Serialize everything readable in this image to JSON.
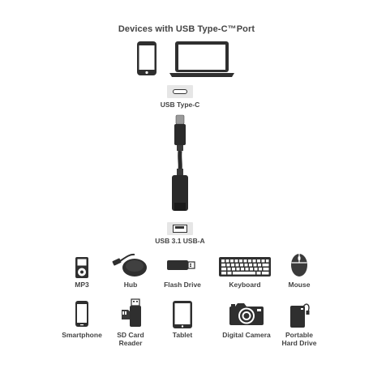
{
  "title": "Devices with USB Type-C™Port",
  "top_devices": [
    {
      "icon": "phone-icon"
    },
    {
      "icon": "laptop-icon"
    }
  ],
  "usb_c": {
    "label": "USB Type-C",
    "icon": "usb-c-port-icon"
  },
  "adapter": {
    "icon": "usb-c-to-usb-a-adapter-icon"
  },
  "usb_a": {
    "label": "USB 3.1 USB-A",
    "icon": "usb-a-port-icon"
  },
  "devices_row1": [
    {
      "label": "MP3",
      "icon": "mp3-player-icon"
    },
    {
      "label": "Hub",
      "icon": "usb-hub-icon"
    },
    {
      "label": "Flash Drive",
      "icon": "flash-drive-icon"
    },
    {
      "label": "Keyboard",
      "icon": "keyboard-icon"
    },
    {
      "label": "Mouse",
      "icon": "mouse-icon"
    }
  ],
  "devices_row2": [
    {
      "label": "Smartphone",
      "icon": "smartphone-icon"
    },
    {
      "label_lines": [
        "SD Card",
        "Reader"
      ],
      "icon": "sd-card-reader-icon"
    },
    {
      "label": "Tablet",
      "icon": "tablet-icon"
    },
    {
      "label": "Digital Camera",
      "icon": "digital-camera-icon"
    },
    {
      "label_lines": [
        "Portable",
        "Hard Drive"
      ],
      "icon": "portable-hard-drive-icon"
    }
  ]
}
